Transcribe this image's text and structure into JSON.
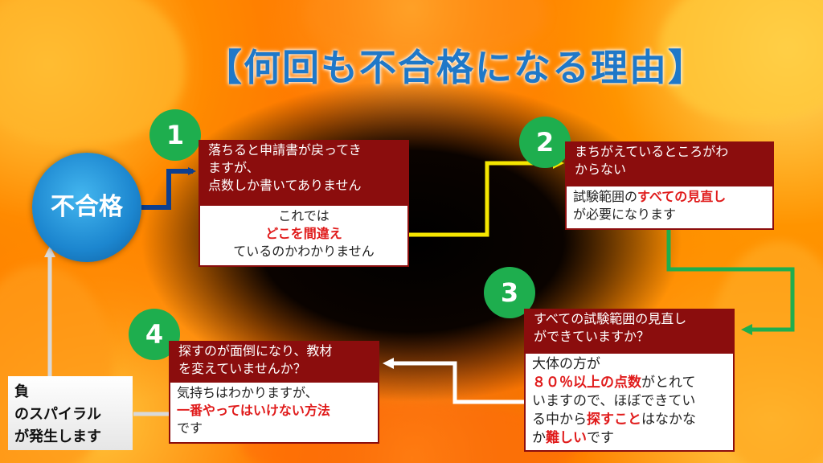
{
  "title": "【何回も不合格になる理由】",
  "start": {
    "label": "不合格"
  },
  "spiral": {
    "line1": "負",
    "line2": "のスパイラル",
    "line3": "が発生します"
  },
  "steps": [
    {
      "num": "1",
      "head_line1": "落ちると申請書が戻ってき",
      "head_line2": "ますが、",
      "head_line3": "点数しか書いてありません",
      "body_line1": "これでは",
      "body_red": "どこを間違え",
      "body_line3": "ているのかわかりません"
    },
    {
      "num": "2",
      "head_line1": "まちがえているところがわ",
      "head_line2": "からない",
      "body_pre": "試験範囲の",
      "body_red": "すべての見直し",
      "body_line2": "が必要になります"
    },
    {
      "num": "3",
      "head_line1": "すべての試験範囲の見直し",
      "head_line2": "ができていますか？",
      "body_line1": "大体の方が",
      "body_red1": "８０％以上の点数",
      "body_post1": "がとれて",
      "body_line3": "いますので、ほぼできてい",
      "body_pre4": "る中から",
      "body_red2": "探すこと",
      "body_post4": "はなかな",
      "body_pre5": "か",
      "body_red3": "難しい",
      "body_post5": "です"
    },
    {
      "num": "4",
      "head_line1": "探すのが面倒になり、教材",
      "head_line2": "を変えていませんか？",
      "body_line1": "気持ちはわかりますが、",
      "body_red": "一番やってはいけない方法",
      "body_line3": "です"
    }
  ],
  "colors": {
    "title": "#1f78c8",
    "step_number_bg": "#1eae4e",
    "header_bg": "#8b0d0d",
    "highlight": "#e01b1b",
    "arrow_start": "#0d3f8f",
    "arrow_1_2": "#f5e600",
    "arrow_2_3": "#1eae4e",
    "arrow_3_4": "#ffffff",
    "arrow_spiral": "#d9d9d9"
  }
}
